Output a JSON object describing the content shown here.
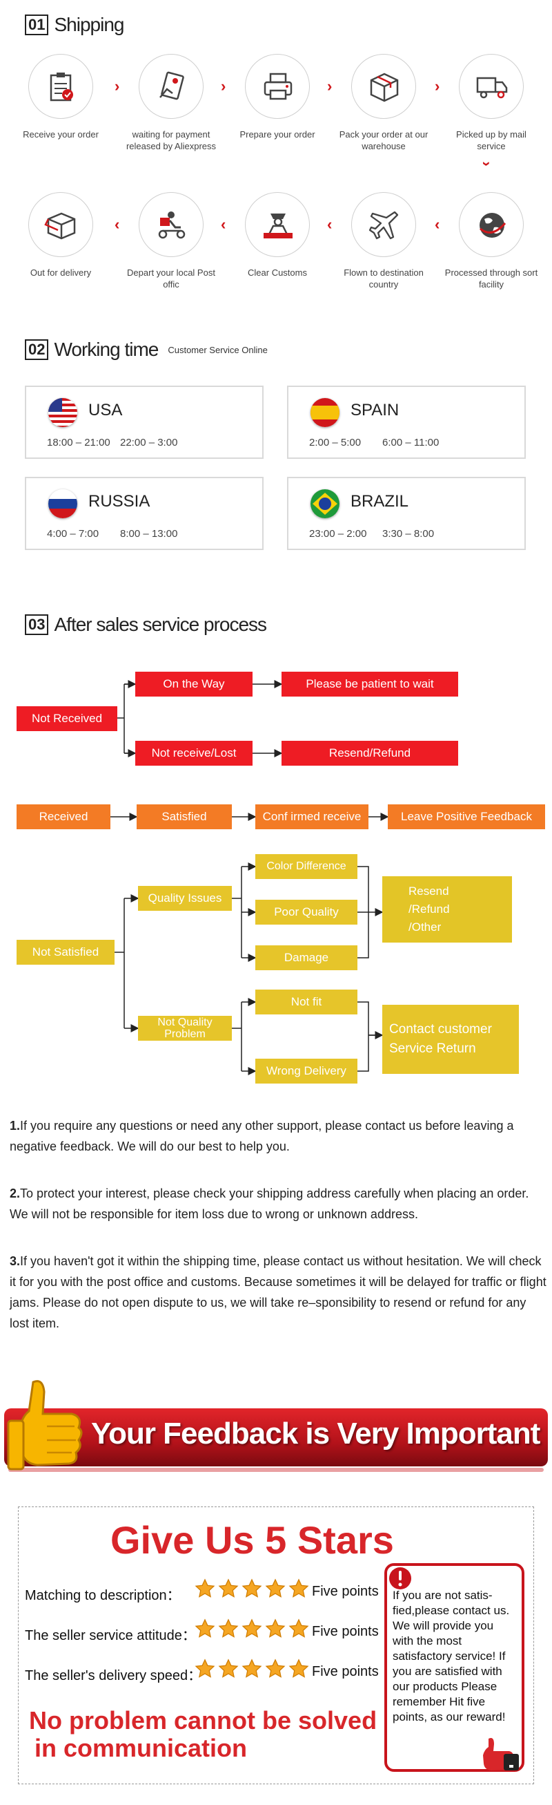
{
  "shipping": {
    "num": "01",
    "title": "Shipping",
    "steps": [
      {
        "icon": "clipboard-icon",
        "label": "Receive your order"
      },
      {
        "icon": "payment-card-icon",
        "label": "waiting for payment released by Aliexpress"
      },
      {
        "icon": "printer-icon",
        "label": "Prepare your order"
      },
      {
        "icon": "package-icon",
        "label": "Pack your order at our warehouse"
      },
      {
        "icon": "truck-icon",
        "label": "Picked up by mail service"
      },
      {
        "icon": "open-box-icon",
        "label": "Out for delivery"
      },
      {
        "icon": "courier-scooter-icon",
        "label": "Depart your local Post offic"
      },
      {
        "icon": "customs-officer-icon",
        "label": "Clear Customs"
      },
      {
        "icon": "airplane-icon",
        "label": "Flown to destination country"
      },
      {
        "icon": "globe-icon",
        "label": "Processed through sort facility"
      }
    ]
  },
  "working": {
    "num": "02",
    "title": "Working time",
    "subtitle": "Customer Service Online",
    "zones": [
      {
        "country": "USA",
        "t1": "18:00 – 21:00",
        "t2": "22:00 – 3:00"
      },
      {
        "country": "SPAIN",
        "t1": "2:00 – 5:00",
        "t2": "6:00 – 11:00"
      },
      {
        "country": "RUSSIA",
        "t1": "4:00 – 7:00",
        "t2": "8:00 – 13:00"
      },
      {
        "country": "BRAZIL",
        "t1": "23:00 – 2:00",
        "t2": "3:30 – 8:00"
      }
    ]
  },
  "aftersales": {
    "num": "03",
    "title": "After sales service process",
    "not_received": "Not Received",
    "on_the_way": "On the Way",
    "be_patient": "Please be patient to wait",
    "not_receive_lost": "Not receive/Lost",
    "resend_refund": "Resend/Refund",
    "received": "Received",
    "satisfied": "Satisfied",
    "confirmed": "Conf irmed receive",
    "leave_feedback": "Leave Positive Feedback",
    "not_satisfied": "Not Satisfied",
    "quality_issues": "Quality Issues",
    "color_difference": "Color Difference",
    "poor_quality": "Poor Quality",
    "damage": "Damage",
    "resend_refund_other_1": "Resend",
    "resend_refund_other_2": "/Refund",
    "resend_refund_other_3": "/Other",
    "not_quality_1": "Not Quality",
    "not_quality_2": "Problem",
    "not_fit": "Not fit",
    "wrong_delivery": "Wrong Delivery",
    "contact_1": "Contact customer",
    "contact_2": "Service Return"
  },
  "notes": [
    {
      "num": "1.",
      "text": "If you require any questions or need any other support, please contact us before leaving a negative feedback. We will do our best to help you."
    },
    {
      "num": "2.",
      "text": "To protect your interest, please check your shipping address carefully when placing an order. We will not be responsible for item loss due to wrong or unknown address."
    },
    {
      "num": "3.",
      "text": "If you haven't got it within the shipping time, please contact us without hesitation. We will check it for you with the post office and customs. Because sometimes it will be delayed for traffic or flight jams. Please do not open dispute to us, we will take re–sponsibility to resend or refund for any lost item."
    }
  ],
  "banner": {
    "text": "Your Feedback is Very Important"
  },
  "stars": {
    "title": "Give Us 5 Stars",
    "rows": [
      {
        "label": "Matching to description：",
        "value": "Five points",
        "rating": 5
      },
      {
        "label": "The seller service attitude：",
        "value": "Five points",
        "rating": 5
      },
      {
        "label": "The seller's delivery speed：",
        "value": "Five points",
        "rating": 5
      }
    ],
    "no_problem_1": "No problem cannot be solved",
    "no_problem_2": "in communication",
    "side_text": "If you are not satis-fied,please contact us. We will provide you with the most satisfactory service! If you are satisfied with our products Please remember Hit five points, as our reward!",
    "colors": {
      "star": "#f5a623",
      "accent": "#d8262a"
    }
  }
}
